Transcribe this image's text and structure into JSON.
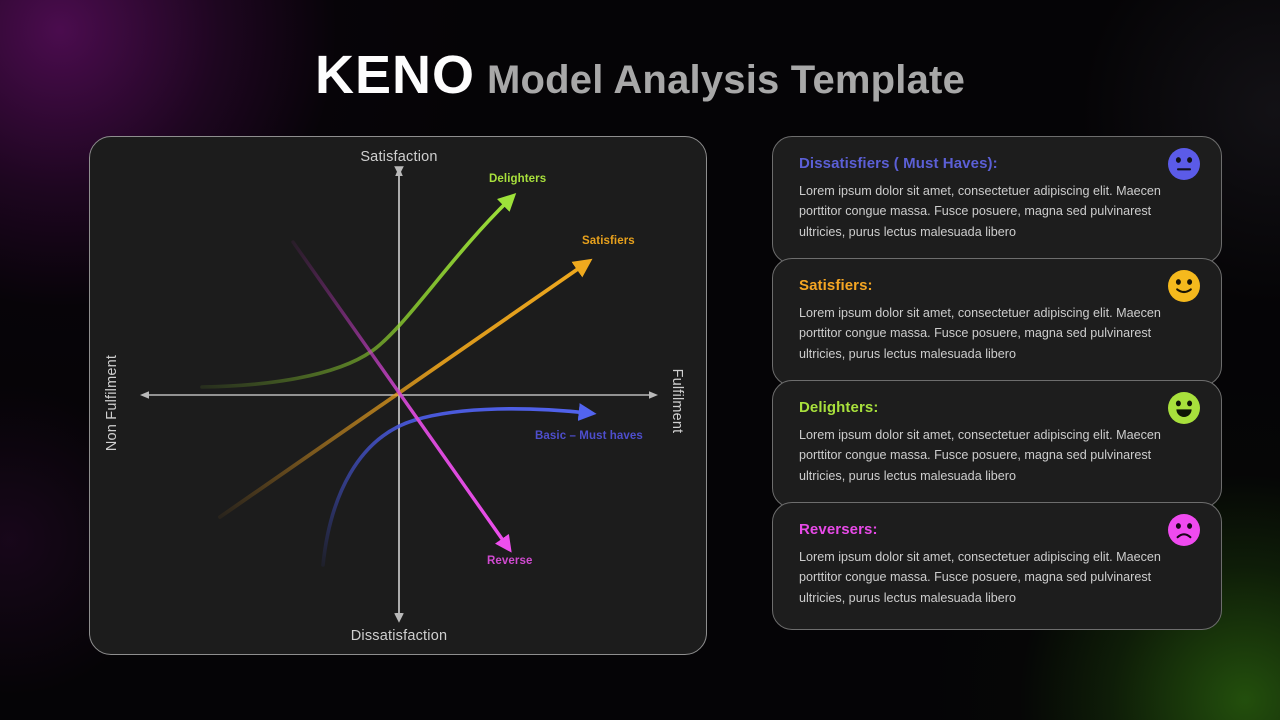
{
  "header": {
    "brand": "KENO",
    "subtitle": "Model Analysis Template"
  },
  "chart": {
    "axes": {
      "top": "Satisfaction",
      "bottom": "Dissatisfaction",
      "left": "Non Fulfilment",
      "right": "Fulfilment"
    },
    "curve_labels": {
      "delighters": "Delighters",
      "satisfiers": "Satisfiers",
      "basic": "Basic – Must haves",
      "reverse": "Reverse"
    }
  },
  "chart_data": {
    "type": "line",
    "title": "KANO Model Analysis Template",
    "xlabel": "Non Fulfilment → Fulfilment",
    "ylabel": "Dissatisfaction → Satisfaction",
    "xlim": [
      -1,
      1
    ],
    "ylim": [
      -1,
      1
    ],
    "grid": false,
    "legend": "inline-annotations",
    "quadrant_axes": {
      "x_axis_label_left": "Non Fulfilment",
      "x_axis_label_right": "Fulfilment",
      "y_axis_label_top": "Satisfaction",
      "y_axis_label_bottom": "Dissatisfaction",
      "origin": [
        0,
        0
      ]
    },
    "series": [
      {
        "name": "Delighters",
        "color": "#8fd42f",
        "shape": "exponential-rising",
        "annotation": "Delighters",
        "arrow_end": true,
        "x": [
          -1.0,
          -0.75,
          -0.5,
          -0.25,
          0.0,
          0.2,
          0.35,
          0.45,
          0.52
        ],
        "y": [
          -0.04,
          -0.02,
          0.02,
          0.09,
          0.22,
          0.42,
          0.63,
          0.82,
          0.93
        ]
      },
      {
        "name": "Satisfiers",
        "color": "#e8a11c",
        "shape": "linear-rising",
        "annotation": "Satisfiers",
        "arrow_end": true,
        "x": [
          -0.72,
          -0.36,
          0.0,
          0.36,
          0.72
        ],
        "y": [
          -0.52,
          -0.26,
          0.0,
          0.26,
          0.52
        ]
      },
      {
        "name": "Basic – Must haves",
        "color": "#4a5ae0",
        "shape": "logarithmic-rising-saturating",
        "annotation": "Basic – Must haves",
        "arrow_end": true,
        "x": [
          -0.3,
          -0.22,
          -0.1,
          0.05,
          0.25,
          0.5,
          0.72
        ],
        "y": [
          -0.92,
          -0.7,
          -0.44,
          -0.26,
          -0.15,
          -0.09,
          -0.07
        ]
      },
      {
        "name": "Reverse",
        "color": "#d94ad9",
        "shape": "linear-falling",
        "annotation": "Reverse",
        "arrow_end": true,
        "x": [
          -0.45,
          -0.22,
          0.0,
          0.22,
          0.45
        ],
        "y": [
          0.78,
          0.39,
          0.0,
          -0.39,
          -0.78
        ]
      }
    ]
  },
  "cards": [
    {
      "title": "Dissatisfiers ( Must Haves):",
      "title_color": "#5b5fd6",
      "emoji": "neutral-face-icon",
      "emoji_color": "#5b5be8",
      "body": "Lorem ipsum dolor sit amet, consectetuer adipiscing elit. Maecen porttitor congue massa. Fusce posuere, magna sed pulvinarest ultricies, purus lectus malesuada libero"
    },
    {
      "title": "Satisfiers:",
      "title_color": "#f5a623",
      "emoji": "slightly-smiling-face-icon",
      "emoji_color": "#f5b91d",
      "body": "Lorem ipsum dolor sit amet, consectetuer adipiscing elit. Maecen porttitor congue massa. Fusce posuere, magna sed pulvinarest ultricies, purus lectus malesuada libero"
    },
    {
      "title": "Delighters:",
      "title_color": "#a8e03c",
      "emoji": "grinning-face-icon",
      "emoji_color": "#a8e03c",
      "body": "Lorem ipsum dolor sit amet, consectetuer adipiscing elit. Maecen porttitor congue massa. Fusce posuere, magna sed pulvinarest ultricies, purus lectus malesuada libero"
    },
    {
      "title": "Reversers:",
      "title_color": "#e84ae8",
      "emoji": "frowning-face-icon",
      "emoji_color": "#ef4aef",
      "body": "Lorem ipsum dolor sit amet, consectetuer adipiscing elit. Maecen porttitor congue massa. Fusce posuere, magna sed pulvinarest ultricies, purus lectus malesuada libero"
    }
  ]
}
